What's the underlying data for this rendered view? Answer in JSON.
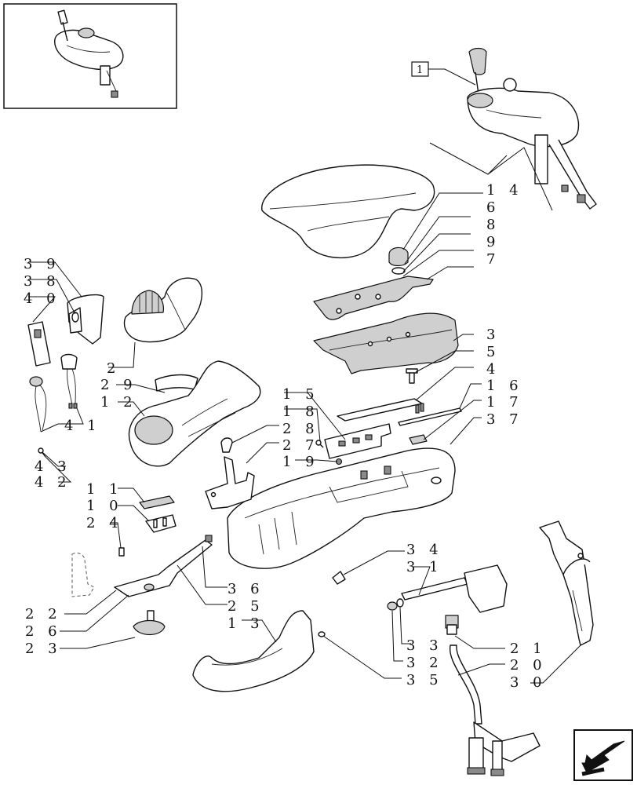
{
  "reference_box": "1",
  "callouts": [
    {
      "id": "14",
      "text": "1 4"
    },
    {
      "id": "6",
      "text": "6"
    },
    {
      "id": "8",
      "text": "8"
    },
    {
      "id": "9",
      "text": "9"
    },
    {
      "id": "7",
      "text": "7"
    },
    {
      "id": "3",
      "text": "3"
    },
    {
      "id": "5",
      "text": "5"
    },
    {
      "id": "4",
      "text": "4"
    },
    {
      "id": "16",
      "text": "1 6"
    },
    {
      "id": "17",
      "text": "1 7"
    },
    {
      "id": "37",
      "text": "3 7"
    },
    {
      "id": "15",
      "text": "1 5"
    },
    {
      "id": "18",
      "text": "1 8"
    },
    {
      "id": "28",
      "text": "2 8"
    },
    {
      "id": "27",
      "text": "2 7"
    },
    {
      "id": "19",
      "text": "1 9"
    },
    {
      "id": "39",
      "text": "3 9"
    },
    {
      "id": "38",
      "text": "3 8"
    },
    {
      "id": "40",
      "text": "4 0"
    },
    {
      "id": "2",
      "text": "2"
    },
    {
      "id": "29",
      "text": "2 9"
    },
    {
      "id": "12",
      "text": "1 2"
    },
    {
      "id": "41",
      "text": "4 1"
    },
    {
      "id": "43",
      "text": "4 3"
    },
    {
      "id": "42",
      "text": "4 2"
    },
    {
      "id": "11",
      "text": "1 1"
    },
    {
      "id": "10",
      "text": "1 0"
    },
    {
      "id": "24",
      "text": "2 4"
    },
    {
      "id": "22",
      "text": "2 2"
    },
    {
      "id": "26",
      "text": "2 6"
    },
    {
      "id": "23",
      "text": "2 3"
    },
    {
      "id": "36",
      "text": "3 6"
    },
    {
      "id": "25",
      "text": "2 5"
    },
    {
      "id": "13",
      "text": "1 3"
    },
    {
      "id": "34",
      "text": "3 4"
    },
    {
      "id": "31",
      "text": "3 1"
    },
    {
      "id": "33",
      "text": "3 3"
    },
    {
      "id": "32",
      "text": "3 2"
    },
    {
      "id": "35",
      "text": "3 5"
    },
    {
      "id": "21",
      "text": "2 1"
    },
    {
      "id": "20",
      "text": "2 0"
    },
    {
      "id": "30",
      "text": "3 0"
    }
  ],
  "icons": {
    "inset": "assembly-thumbnail",
    "navigation": "arrow-back-icon"
  }
}
